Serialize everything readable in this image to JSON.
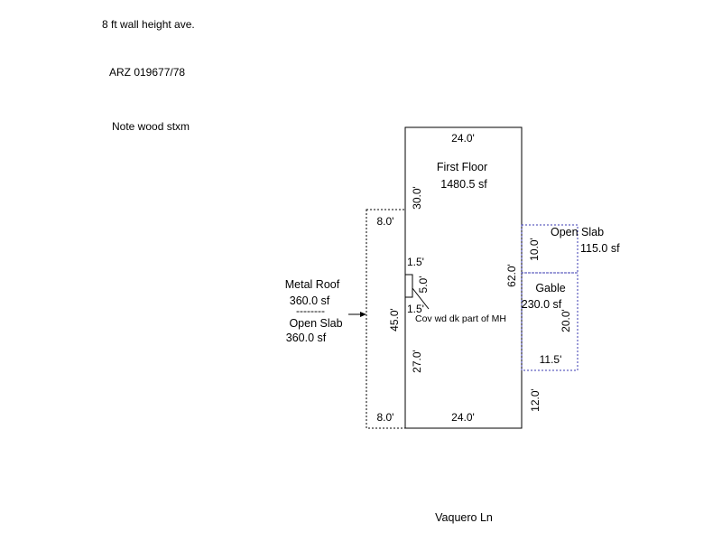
{
  "notes": {
    "wall_height": "8 ft wall height ave.",
    "permit": "ARZ 019677/78",
    "wood": "Note wood stxm"
  },
  "first_floor": {
    "name": "First Floor",
    "area": "1480.5 sf",
    "top_dim": "24.0'",
    "bottom_dim": "24.0'",
    "left_upper_dim": "30.0'",
    "left_lower_dim": "27.0'",
    "right_dim": "62.0'",
    "notch_top_dim": "1.5'",
    "notch_side_dim": "5.0'",
    "notch_bottom_dim": "1.5'"
  },
  "metal_roof": {
    "name": "Metal Roof",
    "area": "360.0 sf",
    "separator": "--------",
    "name2": "Open Slab",
    "area2": "360.0 sf",
    "top_dim": "8.0'",
    "bottom_dim": "8.0'",
    "side_dim": "45.0'"
  },
  "open_slab_right": {
    "name": "Open Slab",
    "area": "115.0 sf",
    "side_dim": "10.0'"
  },
  "gable": {
    "name": "Gable",
    "area": "230.0 sf",
    "side_dim": "20.0'",
    "bottom_dim": "11.5'",
    "lower_dim": "12.0'"
  },
  "cov_note": "Cov wd dk part of MH",
  "street": "Vaquero Ln",
  "colors": {
    "line": "#000000",
    "dashed_blue": "#3a3ab0"
  }
}
